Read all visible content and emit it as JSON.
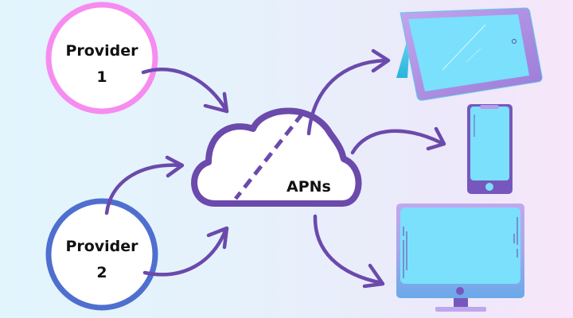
{
  "diagram": {
    "providers": [
      {
        "label_line1": "Provider",
        "label_line2": "1",
        "ring_color": "#f68cf0"
      },
      {
        "label_line1": "Provider",
        "label_line2": "2",
        "ring_color": "#4f6fcf"
      }
    ],
    "service": {
      "label": "APNs",
      "icon": "cloud-icon",
      "stroke_color": "#6b4aab"
    },
    "devices": [
      {
        "name": "tablet",
        "icon": "tablet-icon"
      },
      {
        "name": "phone",
        "icon": "phone-icon"
      },
      {
        "name": "desktop",
        "icon": "monitor-icon"
      }
    ],
    "colors": {
      "arrow": "#6b4aab",
      "screen": "#7ae0fc",
      "device_frame": "#b89ce6",
      "device_dark": "#7757bd"
    }
  }
}
